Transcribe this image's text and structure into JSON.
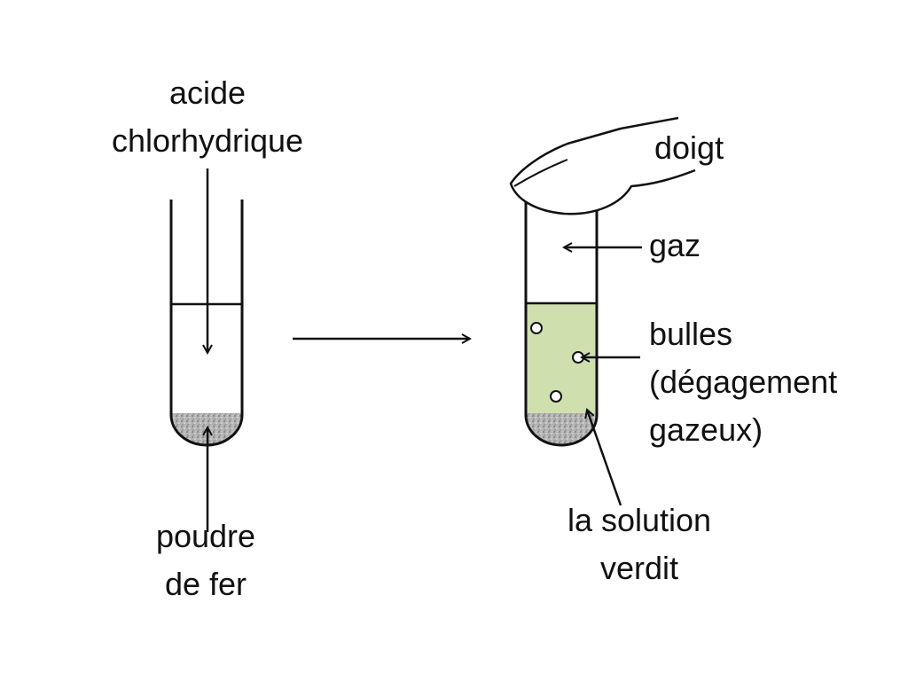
{
  "labels": {
    "acid_line1": "acide",
    "acid_line2": "chlorhydrique",
    "iron_line1": "poudre",
    "iron_line2": "de fer",
    "finger": "doigt",
    "gas": "gaz",
    "bubbles_line1": "bulles",
    "bubbles_line2": "(dégagement",
    "bubbles_line3": "gazeux)",
    "solution_line1": "la solution",
    "solution_line2": "verdit"
  },
  "colors": {
    "solution": "#d0dfae",
    "iron_powder": "#a8a8a8",
    "outline": "#111111"
  }
}
